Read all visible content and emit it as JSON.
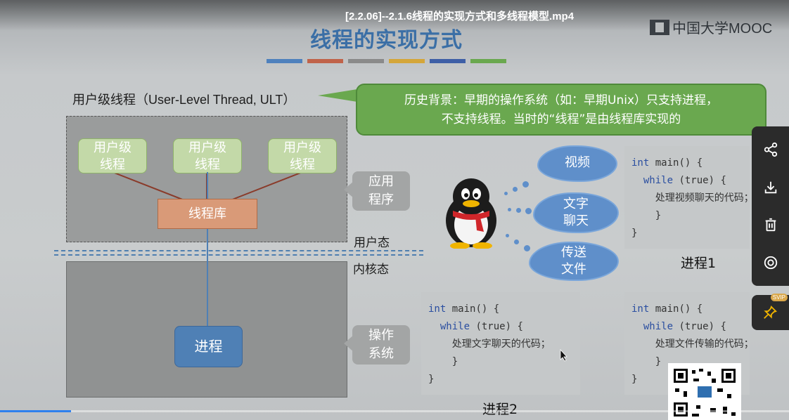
{
  "video": {
    "title": "[2.2.06]--2.1.6线程的实现方式和多线程模型.mp4",
    "progress": 0.09
  },
  "brand": {
    "logo_text": "中国大学MOOC"
  },
  "slide": {
    "title": "线程的实现方式",
    "color_bars": [
      "#4f81bd",
      "#c0634a",
      "#8a8a8a",
      "#d4a63a",
      "#3e5fa6",
      "#6aa84f"
    ],
    "ult_label": "用户级线程（User-Level Thread, ULT）",
    "bubble_line1": "历史背景：早期的操作系统（如：早期Unix）只支持进程，",
    "bubble_line2": "不支持线程。当时的“线程”是由线程库实现的",
    "threads": [
      {
        "line1": "用户级",
        "line2": "线程"
      },
      {
        "line1": "用户级",
        "line2": "线程"
      },
      {
        "line1": "用户级",
        "line2": "线程"
      }
    ],
    "library": "线程库",
    "process": "进程",
    "app_label": {
      "line1": "应用",
      "line2": "程序"
    },
    "os_label": {
      "line1": "操作",
      "line2": "系统"
    },
    "user_mode": "用户态",
    "kernel_mode": "内核态",
    "clouds": [
      {
        "line1": "视频",
        "line2": ""
      },
      {
        "line1": "文字",
        "line2": "聊天"
      },
      {
        "line1": "传送",
        "line2": "文件"
      }
    ],
    "code_common": {
      "l1a": "int",
      "l1b": " main() {",
      "l2a": "  while",
      "l2b": " (true) {",
      "close_inner": "    }",
      "close_outer": "}"
    },
    "code1_body": "    处理视频聊天的代码；",
    "code2_body": "    处理文字聊天的代码；",
    "code3_body": "    处理文件传输的代码；",
    "proc1_label": "进程1",
    "proc2_label": "进程2"
  },
  "side_panel": {
    "icons": [
      "share-icon",
      "download-icon",
      "trash-icon",
      "record-icon"
    ],
    "pin_badge": "SVIP"
  }
}
